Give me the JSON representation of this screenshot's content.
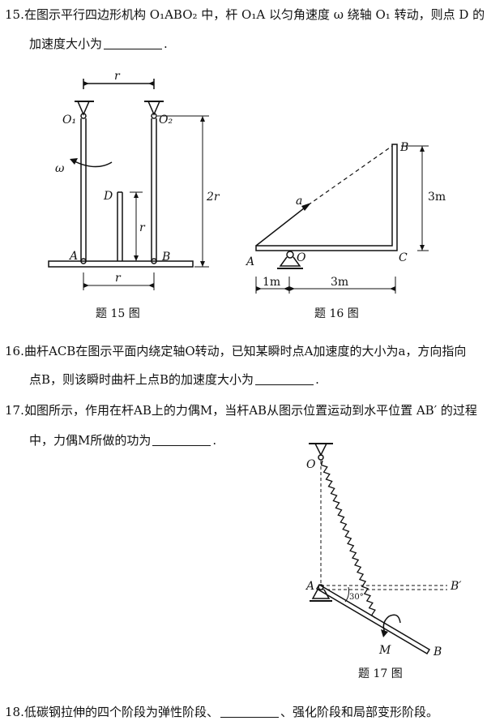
{
  "q15": {
    "number": "15.",
    "line1": "在图示平行四边形机构 O₁ABO₂ 中，杆 O₁A 以匀角速度 ω 绕轴 O₁ 转动，则点 D 的",
    "line2": "加速度大小为",
    "tail": ".",
    "caption": "题 15 图",
    "fig": {
      "r_top": "r",
      "O1": "O₁",
      "O2": "O₂",
      "omega": "ω",
      "D": "D",
      "r_mid": "r",
      "two_r": "2r",
      "A": "A",
      "B": "B",
      "r_bottom": "r"
    }
  },
  "q16": {
    "number": "16.",
    "line1": "曲杆ACB在图示平面内绕定轴O转动，已知某瞬时点A加速度的大小为a，方向指向",
    "line2": "点B，则该瞬时曲杆上点B的加速度大小为",
    "tail": ".",
    "caption": "题 16 图",
    "fig": {
      "B": "B",
      "a": "a",
      "A": "A",
      "O": "O",
      "C": "C",
      "three_m_v": "3m",
      "one_m": "1m",
      "three_m_h": "3m"
    }
  },
  "q17": {
    "number": "17.",
    "line1": "如图所示，作用在杆AB上的力偶M，当杆AB从图示位置运动到水平位置 AB′ 的过程",
    "line2": "中，力偶M所做的功为",
    "tail": ".",
    "caption": "题 17 图",
    "fig": {
      "O": "O",
      "A": "A",
      "B_prime": "B′",
      "angle": "30°",
      "M": "M",
      "B": "B"
    }
  },
  "q18": {
    "number": "18.",
    "before": "低碳钢拉伸的四个阶段为弹性阶段、",
    "after": "、强化阶段和局部变形阶段。"
  }
}
